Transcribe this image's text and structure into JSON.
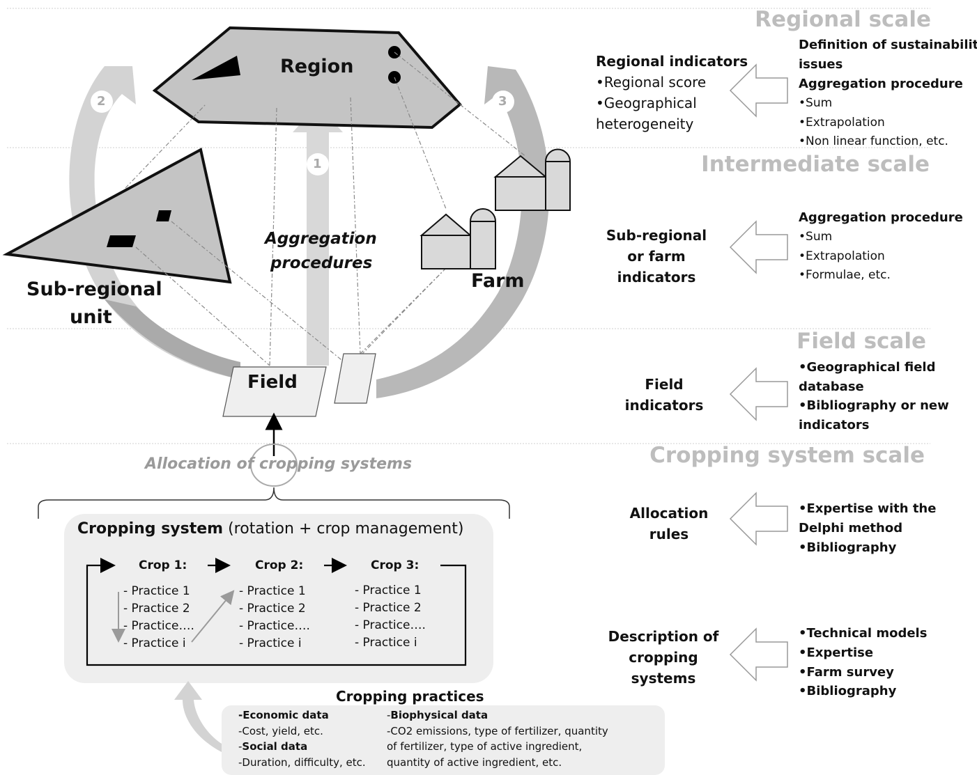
{
  "scales": {
    "regional": "Regional scale",
    "intermediate": "Intermediate scale",
    "field": "Field scale",
    "cropping": "Cropping system scale"
  },
  "shapes": {
    "region": "Region",
    "subregional_1": "Sub-regional",
    "subregional_2": "unit",
    "farm": "Farm",
    "field": "Field",
    "aggregation_1": "Aggregation",
    "aggregation_2": "procedures",
    "allocation": "Allocation of cropping systems",
    "arrow_labels": [
      "1",
      "2",
      "3"
    ]
  },
  "indicators": {
    "regional": {
      "title": "Regional indicators",
      "items": [
        "•Regional score",
        "•Geographical",
        "heterogeneity"
      ]
    },
    "intermediate": [
      "Sub-regional",
      "or farm",
      "indicators"
    ],
    "field": [
      "Field",
      "indicators"
    ],
    "allocation": [
      "Allocation",
      "rules"
    ],
    "description": [
      "Description of",
      "cropping",
      "systems"
    ]
  },
  "sources": {
    "regional": {
      "title_1": "Definition of sustainability",
      "title_2": "issues",
      "subtitle": "Aggregation procedure",
      "items": [
        "•Sum",
        "•Extrapolation",
        "•Non linear function, etc."
      ]
    },
    "intermediate": {
      "title": "Aggregation procedure",
      "items": [
        "•Sum",
        "•Extrapolation",
        "•Formulae, etc."
      ]
    },
    "field": [
      "•Geographical field",
      "database",
      "•Bibliography or new",
      "indicators"
    ],
    "allocation": [
      "•Expertise with the",
      "Delphi method",
      "•Bibliography"
    ],
    "description": [
      "•Technical models",
      "•Expertise",
      "•Farm survey",
      "•Bibliography"
    ]
  },
  "cropping_system": {
    "title_bold": "Cropping system",
    "title_rest": " (rotation + crop management)",
    "crops": [
      {
        "name": "Crop 1:",
        "practices": [
          "- Practice 1",
          "- Practice 2",
          "- Practice….",
          "- Practice i"
        ]
      },
      {
        "name": "Crop 2:",
        "practices": [
          "- Practice 1",
          "- Practice 2",
          "- Practice….",
          "- Practice i"
        ]
      },
      {
        "name": "Crop 3:",
        "practices": [
          "- Practice 1",
          "- Practice 2",
          "- Practice….",
          "- Practice i"
        ]
      }
    ]
  },
  "practices": {
    "title": "Cropping practices",
    "economic_title": "-Economic data",
    "economic_text": "-Cost, yield, etc.",
    "social_title": "Social data",
    "social_prefix": "-",
    "social_text": "-Duration, difficulty, etc.",
    "biophysical_title": "Biophysical data",
    "biophysical_prefix": "-",
    "biophysical_lines": [
      "-CO2 emissions, type of fertilizer, quantity",
      "of fertilizer, type of active ingredient,",
      "quantity of active ingredient, etc."
    ]
  }
}
